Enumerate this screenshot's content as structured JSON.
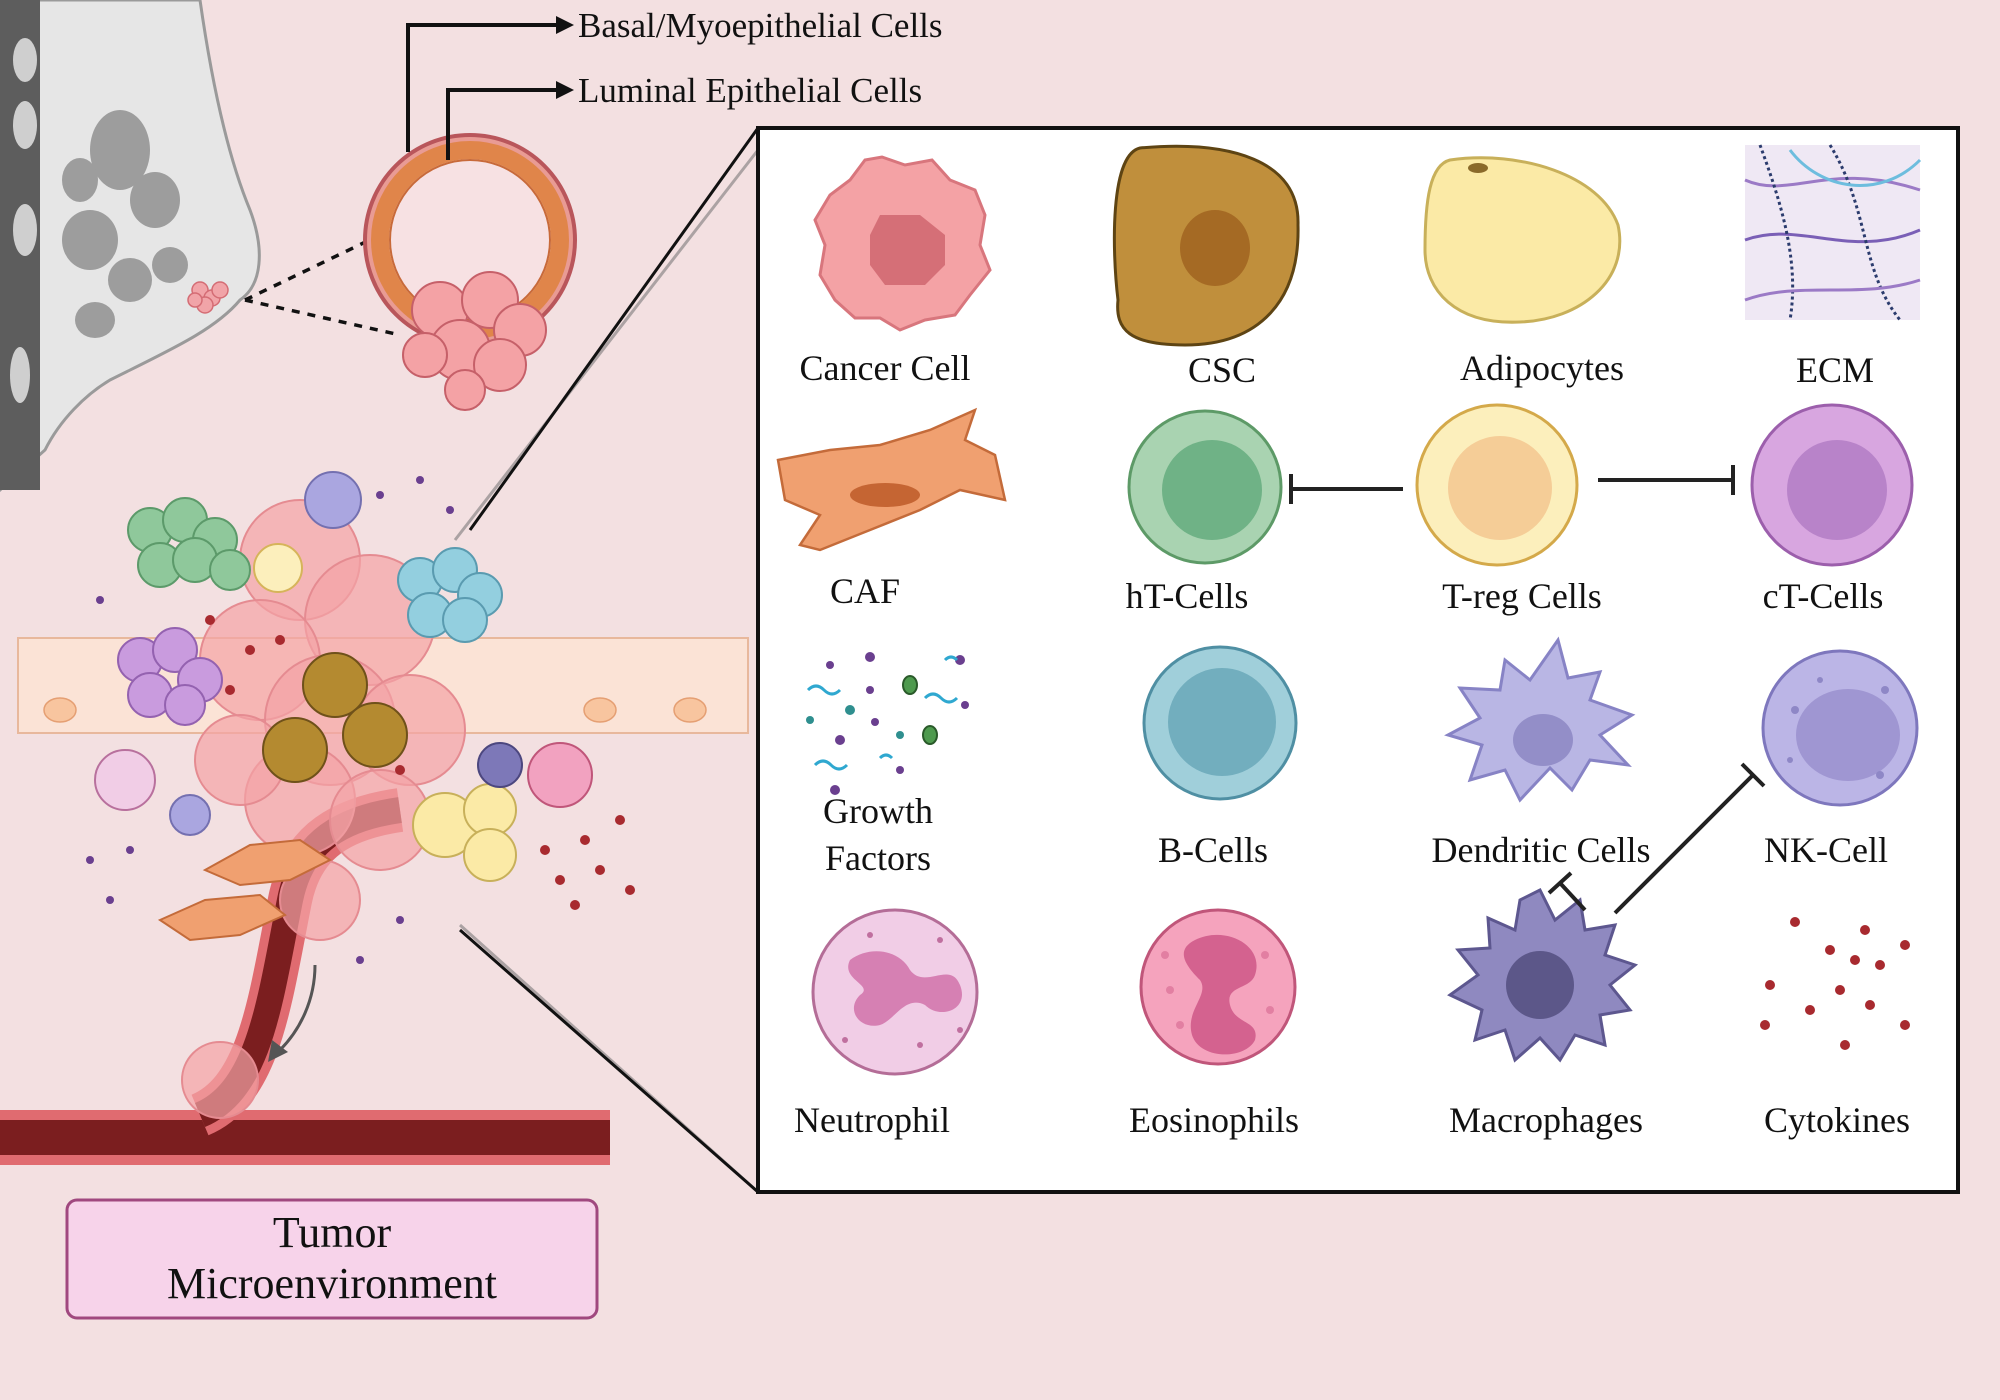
{
  "callouts": {
    "basal": "Basal/Myoepithelial Cells",
    "luminal": "Luminal Epithelial Cells"
  },
  "tme_box": {
    "line1": "Tumor",
    "line2": "Microenvironment"
  },
  "legend": {
    "cancer_cell": "Cancer Cell",
    "csc": "CSC",
    "adipocytes": "Adipocytes",
    "ecm": "ECM",
    "caf": "CAF",
    "ht_cells": "hT-Cells",
    "treg_cells": "T-reg Cells",
    "ct_cells": "cT-Cells",
    "growth_factors_1": "Growth",
    "growth_factors_2": "Factors",
    "b_cells": "B-Cells",
    "dendritic_cells": "Dendritic Cells",
    "nk_cell": "NK-Cell",
    "neutrophil": "Neutrophil",
    "eosinophils": "Eosinophils",
    "macrophages": "Macrophages",
    "cytokines": "Cytokines"
  },
  "colors": {
    "background": "#f3e0e1",
    "cancer_cell": "#f4a2a5",
    "csc": "#c08f3c",
    "adipocyte": "#fbeaa6",
    "ht_cell": "#a9d3b1",
    "treg_cell": "#fcefbc",
    "ct_cell": "#d8a6e0",
    "b_cell": "#a0cfda",
    "dendritic_cell": "#b9b6e4",
    "nk_cell": "#bbb5e6",
    "neutrophil": "#f1cde6",
    "eosinophil": "#f5a3bd",
    "macrophage": "#8f89c0",
    "cytokine": "#a82a2f",
    "blood_vessel": "#7b1e1f",
    "tme_box_fill": "#f7d3ea",
    "tme_box_border": "#a0487f"
  }
}
